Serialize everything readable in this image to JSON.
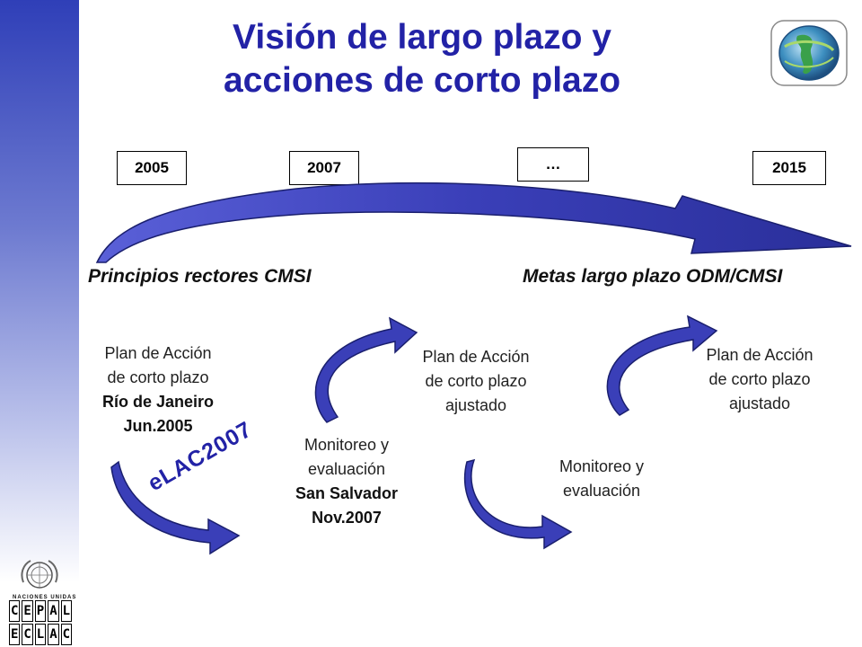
{
  "title": {
    "line1": "Visión de largo plazo y",
    "line2": "acciones de corto plazo"
  },
  "years": [
    "2005",
    "2007",
    "…",
    "2015"
  ],
  "labels": {
    "left": "Principios rectores CMSI",
    "right": "Metas largo plazo ODM/CMSI"
  },
  "plan_rio": {
    "l1": "Plan de Acción",
    "l2": "de corto plazo",
    "l3": "Río de Janeiro",
    "l4": "Jun.2005"
  },
  "monitor_ss": {
    "l1": "Monitoreo y",
    "l2": "evaluación",
    "l3": "San Salvador",
    "l4": "Nov.2007"
  },
  "plan_adj1": {
    "l1": "Plan de Acción",
    "l2": "de corto plazo",
    "l3": "ajustado"
  },
  "monitor2": {
    "l1": "Monitoreo y",
    "l2": "evaluación"
  },
  "plan_adj2": {
    "l1": "Plan de Acción",
    "l2": "de corto plazo",
    "l3": "ajustado"
  },
  "elac": "eLAC2007",
  "logos": {
    "un_text": "NACIONES UNIDAS",
    "cepal": [
      "C",
      "E",
      "P",
      "A",
      "L"
    ],
    "eclac": [
      "E",
      "C",
      "L",
      "A",
      "C"
    ]
  },
  "colors": {
    "accent": "#2222a6",
    "arrow": "#3a3fb8",
    "arrow_dark": "#1a1f6e"
  }
}
